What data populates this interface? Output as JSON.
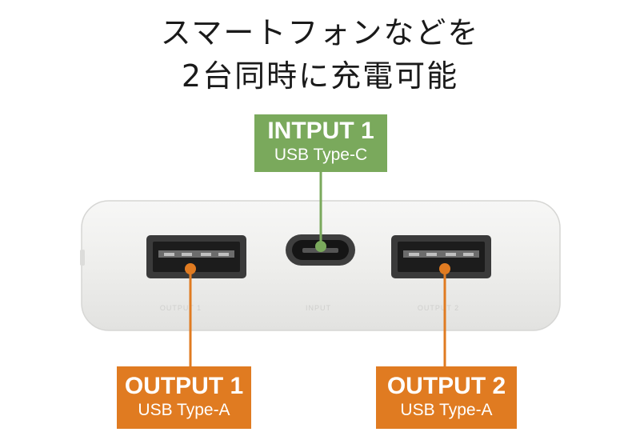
{
  "headline": {
    "line1": "スマートフォンなどを",
    "line2": "2台同時に充電可能"
  },
  "ports": {
    "input": {
      "title": "INTPUT 1",
      "type": "USB Type-C",
      "engraving": "INPUT",
      "color": "#7aa95c"
    },
    "output1": {
      "title": "OUTPUT 1",
      "type": "USB Type-A",
      "engraving": "OUTPUT 1",
      "color": "#e07b21"
    },
    "output2": {
      "title": "OUTPUT 2",
      "type": "USB Type-A",
      "engraving": "OUTPUT 2",
      "color": "#e07b21"
    }
  },
  "device": {
    "body_color": "#eeeeec"
  }
}
